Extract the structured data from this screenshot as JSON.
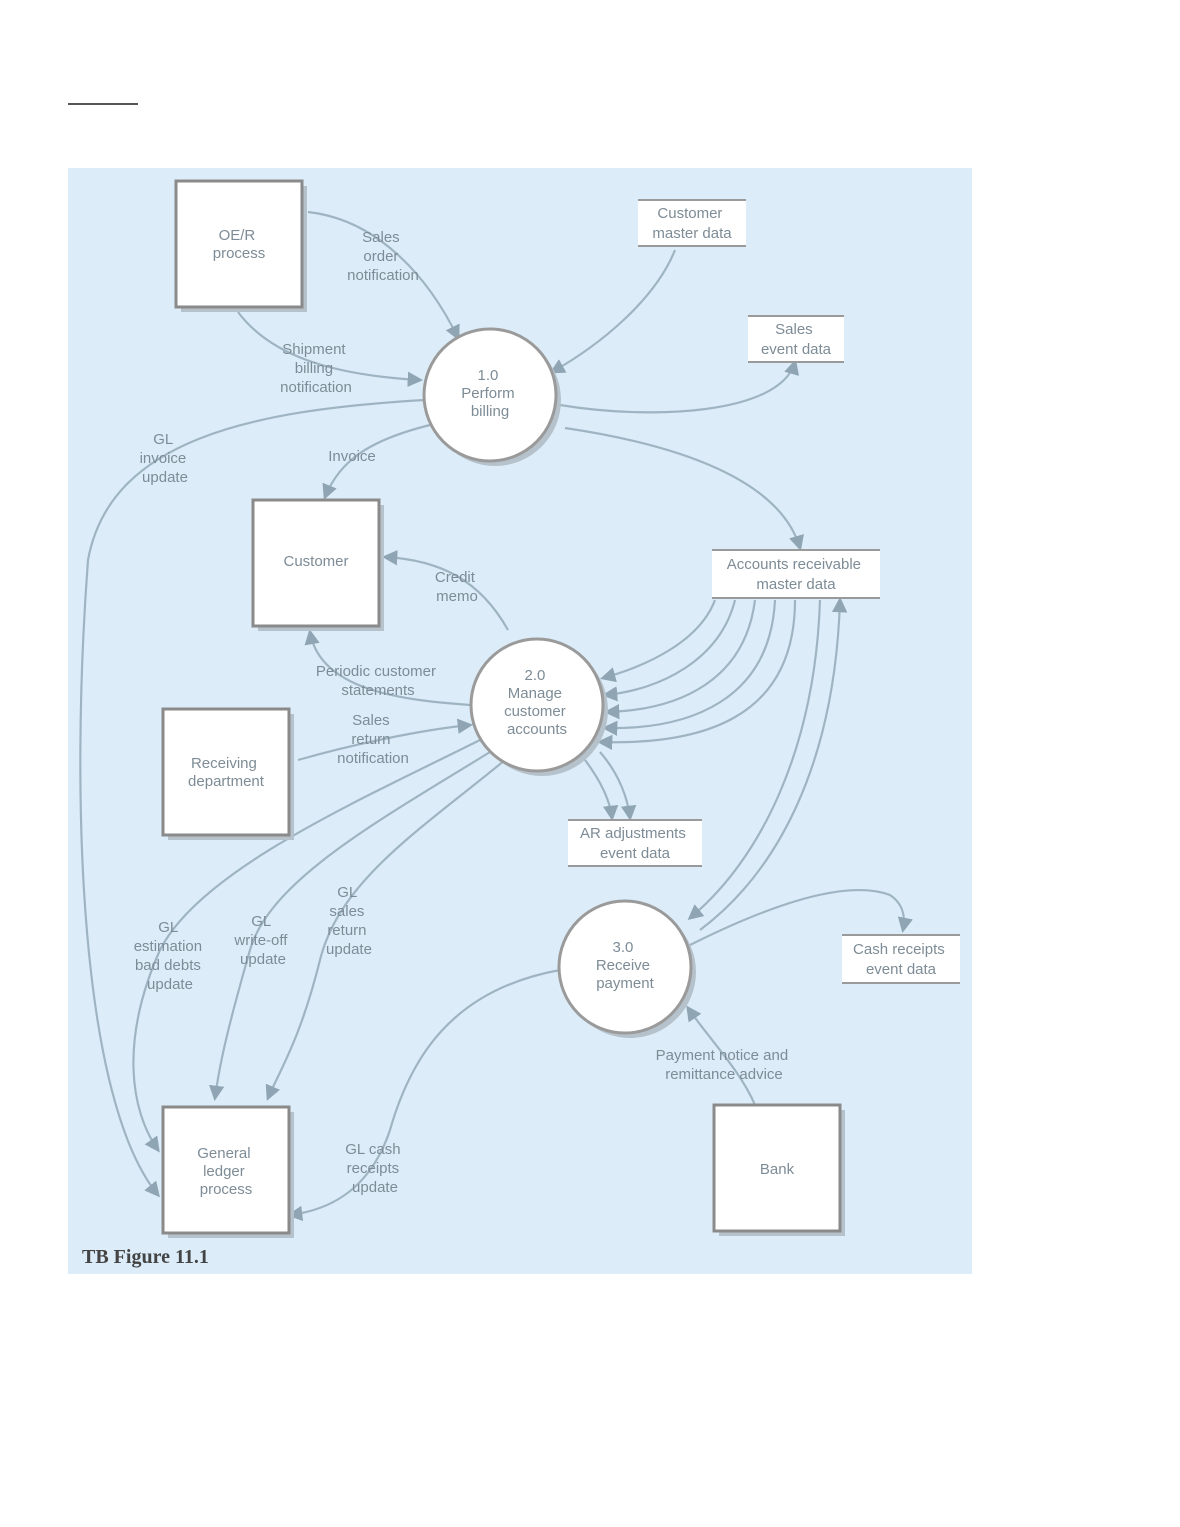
{
  "caption": "TB Figure 11.1",
  "entities": {
    "oe_r": [
      "OE/R",
      "process"
    ],
    "customer": [
      "Customer"
    ],
    "receiving": [
      "Receiving",
      "department"
    ],
    "general_ledger": [
      "General",
      "ledger",
      "process"
    ],
    "bank": [
      "Bank"
    ]
  },
  "processes": {
    "p1": [
      "1.0",
      "Perform",
      "billing"
    ],
    "p2": [
      "2.0",
      "Manage",
      "customer",
      "accounts"
    ],
    "p3": [
      "3.0",
      "Receive",
      "payment"
    ]
  },
  "stores": {
    "customer_master": [
      "Customer",
      "master data"
    ],
    "sales_event": [
      "Sales",
      "event data"
    ],
    "ar_master": [
      "Accounts receivable",
      "master data"
    ],
    "ar_adjustments": [
      "AR adjustments",
      "event data"
    ],
    "cash_receipts": [
      "Cash receipts",
      "event data"
    ]
  },
  "flows": {
    "sales_order": [
      "Sales",
      "order",
      "notification"
    ],
    "shipment_billing": [
      "Shipment",
      "billing",
      "notification"
    ],
    "gl_invoice": [
      "GL",
      "invoice",
      "update"
    ],
    "invoice": [
      "Invoice"
    ],
    "credit_memo": [
      "Credit",
      "memo"
    ],
    "periodic_statements": [
      "Periodic customer",
      "statements"
    ],
    "sales_return": [
      "Sales",
      "return",
      "notification"
    ],
    "gl_estimation": [
      "GL",
      "estimation",
      "bad debts",
      "update"
    ],
    "gl_writeoff": [
      "GL",
      "write-off",
      "update"
    ],
    "gl_sales_return": [
      "GL",
      "sales",
      "return",
      "update"
    ],
    "gl_cash_receipts": [
      "GL cash",
      "receipts",
      "update"
    ],
    "payment_notice": [
      "Payment notice and",
      "remittance advice"
    ]
  },
  "colors": {
    "panel": "#dcedf9",
    "line": "#9fb4c2",
    "text": "#7d8c96"
  }
}
